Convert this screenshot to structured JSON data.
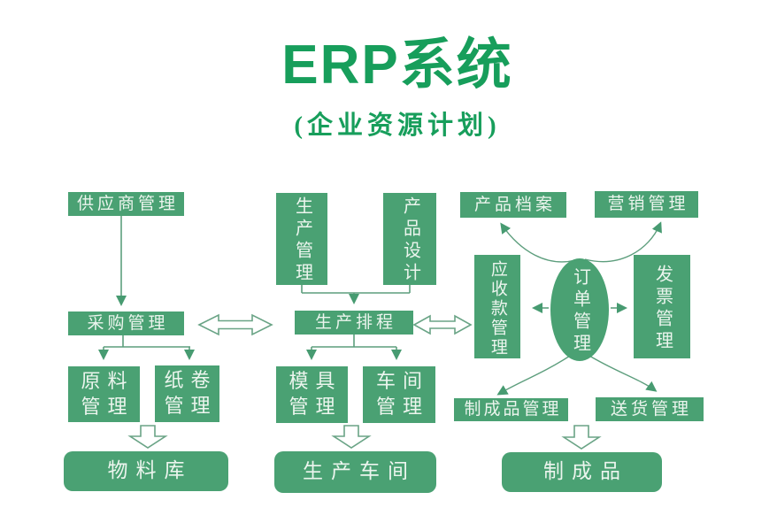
{
  "title": {
    "text": "ERP系统",
    "subtitle": "(企业资源计划)"
  },
  "colors": {
    "box_green": "#4aa173",
    "box_text": "#ecf5ee",
    "title_green": "#179e5b",
    "line_green": "#5d9e7d",
    "arrow_green": "#479b71",
    "hollow_stroke": "#6aa486"
  },
  "nodes": {
    "supplier": {
      "label": "供应商管理"
    },
    "purchasing": {
      "label": "采购管理"
    },
    "raw_material": {
      "label": "原料管理"
    },
    "paper_roll": {
      "label": "纸卷管理"
    },
    "material_warehouse": {
      "label": "物料库"
    },
    "production_mgmt": {
      "label": "生产管理"
    },
    "product_design": {
      "label": "产品设计"
    },
    "production_scheduling": {
      "label": "生产排程"
    },
    "mold_mgmt": {
      "label": "模具管理"
    },
    "workshop_mgmt": {
      "label": "车间管理"
    },
    "production_workshop": {
      "label": "生产车间"
    },
    "product_archive": {
      "label": "产品档案"
    },
    "marketing": {
      "label": "营销管理"
    },
    "receivables": {
      "label": "应收款管理"
    },
    "order_mgmt": {
      "label": "订单管理"
    },
    "invoice": {
      "label": "发票管理"
    },
    "finished_goods_mgmt": {
      "label": "制成品管理"
    },
    "delivery": {
      "label": "送货管理"
    },
    "finished_goods": {
      "label": "制成品"
    }
  },
  "edges": [
    {
      "from": "supplier",
      "to": "purchasing",
      "style": "solid-arrow"
    },
    {
      "from": "purchasing",
      "to": "raw_material",
      "style": "solid-arrow"
    },
    {
      "from": "purchasing",
      "to": "paper_roll",
      "style": "solid-arrow"
    },
    {
      "from": "raw_material+paper_roll",
      "to": "material_warehouse",
      "style": "block-arrow"
    },
    {
      "from": "purchasing",
      "to": "production_scheduling",
      "style": "double-arrow"
    },
    {
      "from": "production_mgmt+product_design",
      "to": "production_scheduling",
      "style": "solid-arrow"
    },
    {
      "from": "production_scheduling",
      "to": "mold_mgmt",
      "style": "solid-arrow"
    },
    {
      "from": "production_scheduling",
      "to": "workshop_mgmt",
      "style": "solid-arrow"
    },
    {
      "from": "mold_mgmt+workshop_mgmt",
      "to": "production_workshop",
      "style": "block-arrow"
    },
    {
      "from": "production_scheduling",
      "to": "receivables",
      "style": "double-arrow"
    },
    {
      "from": "order_mgmt",
      "to": "product_archive",
      "style": "curve-arrow"
    },
    {
      "from": "order_mgmt",
      "to": "marketing",
      "style": "curve-arrow"
    },
    {
      "from": "order_mgmt",
      "to": "receivables",
      "style": "solid-arrow"
    },
    {
      "from": "order_mgmt",
      "to": "invoice",
      "style": "solid-arrow"
    },
    {
      "from": "order_mgmt",
      "to": "finished_goods_mgmt",
      "style": "curve-arrow"
    },
    {
      "from": "order_mgmt",
      "to": "delivery",
      "style": "curve-arrow"
    },
    {
      "from": "finished_goods_mgmt",
      "to": "finished_goods",
      "style": "block-arrow"
    }
  ]
}
